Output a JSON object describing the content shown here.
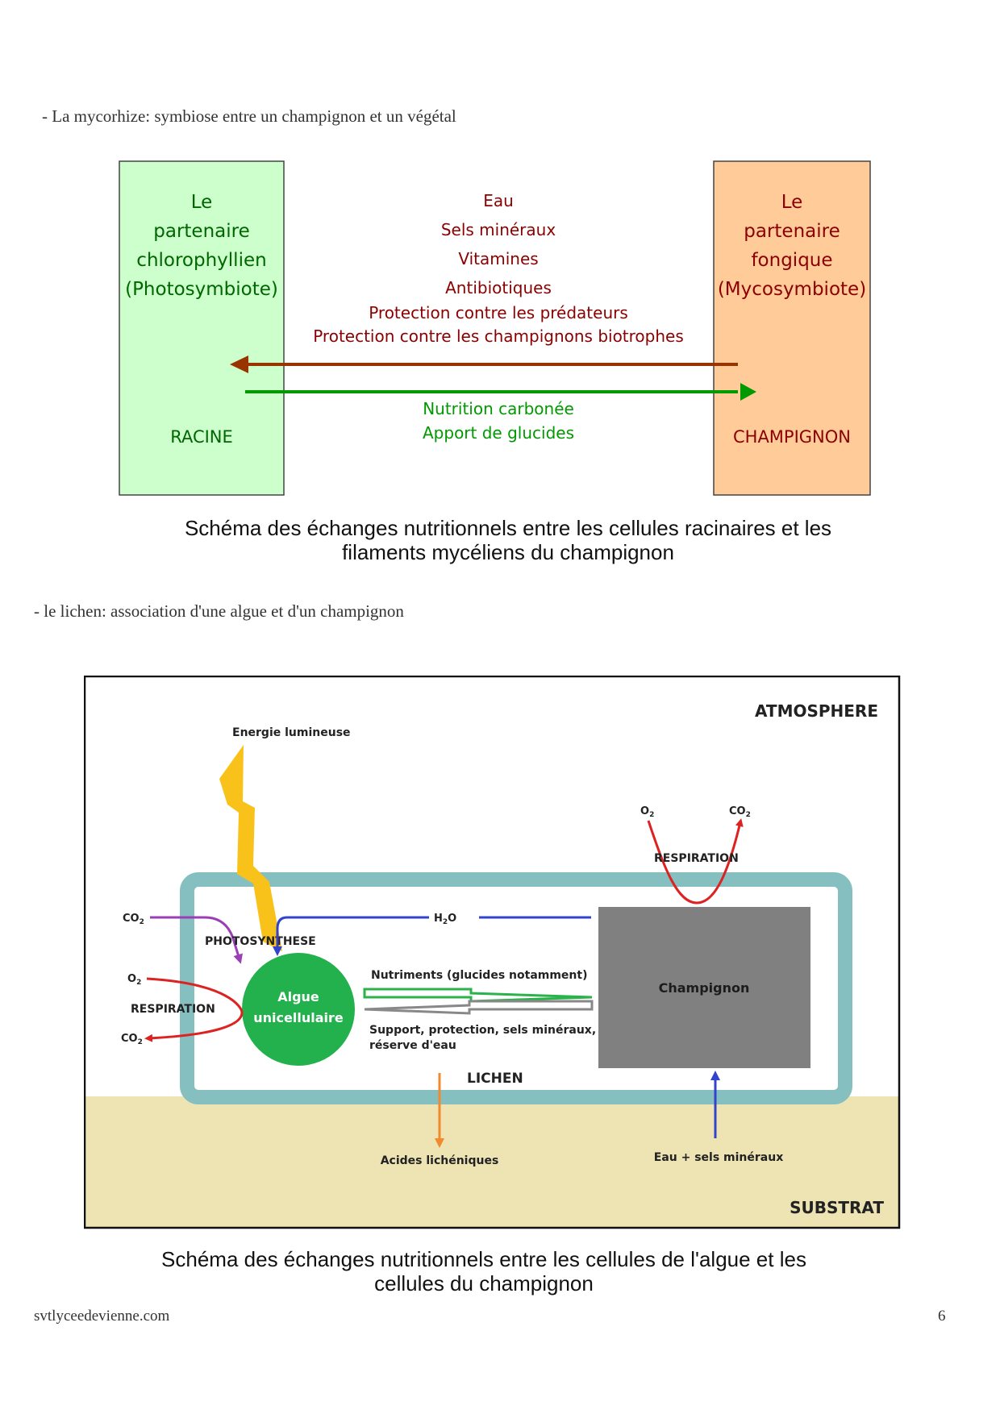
{
  "section1": {
    "heading": "- La mycorhize: symbiose entre un champignon et un végétal",
    "left_partner": [
      "Le",
      "partenaire",
      "chlorophyllien",
      "(Photosymbiote)"
    ],
    "left_label": "RACINE",
    "right_partner": [
      "Le",
      "partenaire",
      "fongique",
      "(Mycosymbiote)"
    ],
    "right_label": "CHAMPIGNON",
    "fungus_to_plant": [
      "Eau",
      "Sels minéraux",
      "Vitamines",
      "Antibiotiques",
      "Protection contre les prédateurs",
      "Protection contre les champignons biotrophes"
    ],
    "plant_to_fungus": [
      "Nutrition carbonée",
      "Apport de glucides"
    ],
    "caption_line1": "Schéma des échanges nutritionnels entre les cellules racinaires et les",
    "caption_line2": "filaments mycéliens du champignon"
  },
  "section2": {
    "heading": "- le lichen: association d'une algue et d'un champignon",
    "atmosphere": "ATMOSPHERE",
    "substrat": "SUBSTRAT",
    "lichen": "LICHEN",
    "energie": "Energie lumineuse",
    "photosynthese": "PHOTOSYNTHESE",
    "co2": "CO",
    "o2": "O",
    "sub2": "2",
    "h2o_h": "H",
    "h2o_o": "O",
    "respiration": "RESPIRATION",
    "algue_line1": "Algue",
    "algue_line2": "unicellulaire",
    "champignon": "Champignon",
    "nutriments": "Nutriments (glucides notamment)",
    "support_line1": "Support, protection, sels minéraux,",
    "support_line2": "réserve d'eau",
    "acides": "Acides lichéniques",
    "eau_sels": "Eau + sels minéraux",
    "caption_line1": "Schéma des échanges nutritionnels entre les cellules de l'algue et les",
    "caption_line2": "cellules du champignon"
  },
  "footer": {
    "site": "svtlyceedevienne.com",
    "page": "6"
  },
  "colors": {
    "plant_bg": "#ccffcc",
    "fungus_bg": "#ffcc99",
    "brown_arrow": "#993300",
    "green_arrow": "#009900",
    "dark_red_text": "#8b0000",
    "lichen_border": "#86bfbf",
    "substrat_bg": "#ede3b3",
    "algue": "#22b14c",
    "champignon_box": "#808080"
  }
}
